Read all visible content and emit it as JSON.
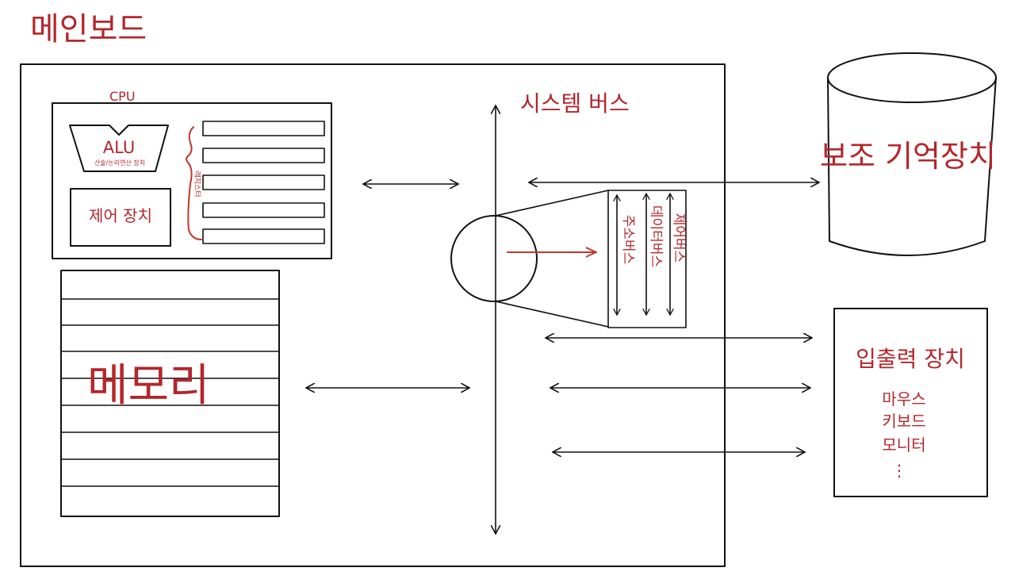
{
  "mainboard": {
    "title": "메인보드"
  },
  "cpu": {
    "label": "CPU",
    "alu_label": "ALU",
    "alu_sub": "산술/논리연산 장치",
    "control_unit": "제어 장치",
    "registers_label": "레지스터"
  },
  "memory": {
    "label": "메모리"
  },
  "system_bus": {
    "label": "시스템 버스",
    "buses": [
      {
        "label": "주소버스"
      },
      {
        "label": "데이터버스"
      },
      {
        "label": "제어버스"
      }
    ]
  },
  "secondary_storage": {
    "label": "보조 기억장치"
  },
  "io_devices": {
    "label": "입출력 장치",
    "items": [
      "마우스",
      "키보드",
      "모니터",
      "⋮"
    ]
  },
  "colors": {
    "ink": "#111111",
    "annotation": "#b3262b"
  }
}
